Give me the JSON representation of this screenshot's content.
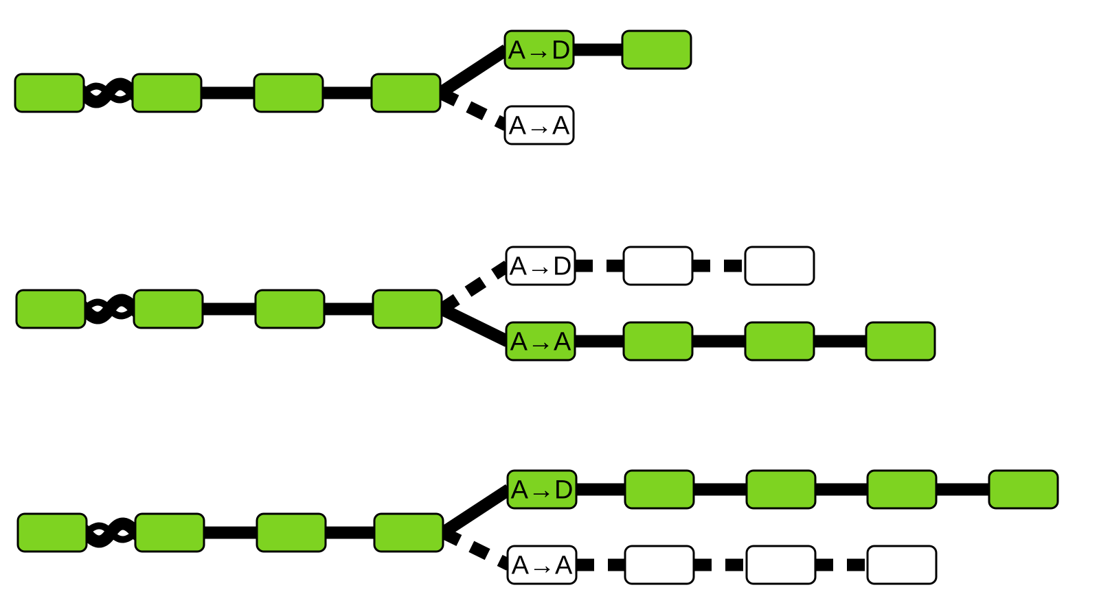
{
  "colors": {
    "active": "#7ed321",
    "inactive": "#ffffff",
    "outline": "#000000",
    "link": "#000000"
  },
  "panels": [
    {
      "trunk_boxes": 4,
      "branches": [
        {
          "label": "A→D",
          "active": true,
          "extra_boxes": 1
        },
        {
          "label": "A→A",
          "active": false,
          "extra_boxes": 0
        }
      ]
    },
    {
      "trunk_boxes": 4,
      "branches": [
        {
          "label": "A→D",
          "active": false,
          "extra_boxes": 2
        },
        {
          "label": "A→A",
          "active": true,
          "extra_boxes": 3
        }
      ]
    },
    {
      "trunk_boxes": 4,
      "branches": [
        {
          "label": "A→D",
          "active": true,
          "extra_boxes": 4
        },
        {
          "label": "A→A",
          "active": false,
          "extra_boxes": 3
        }
      ]
    }
  ]
}
